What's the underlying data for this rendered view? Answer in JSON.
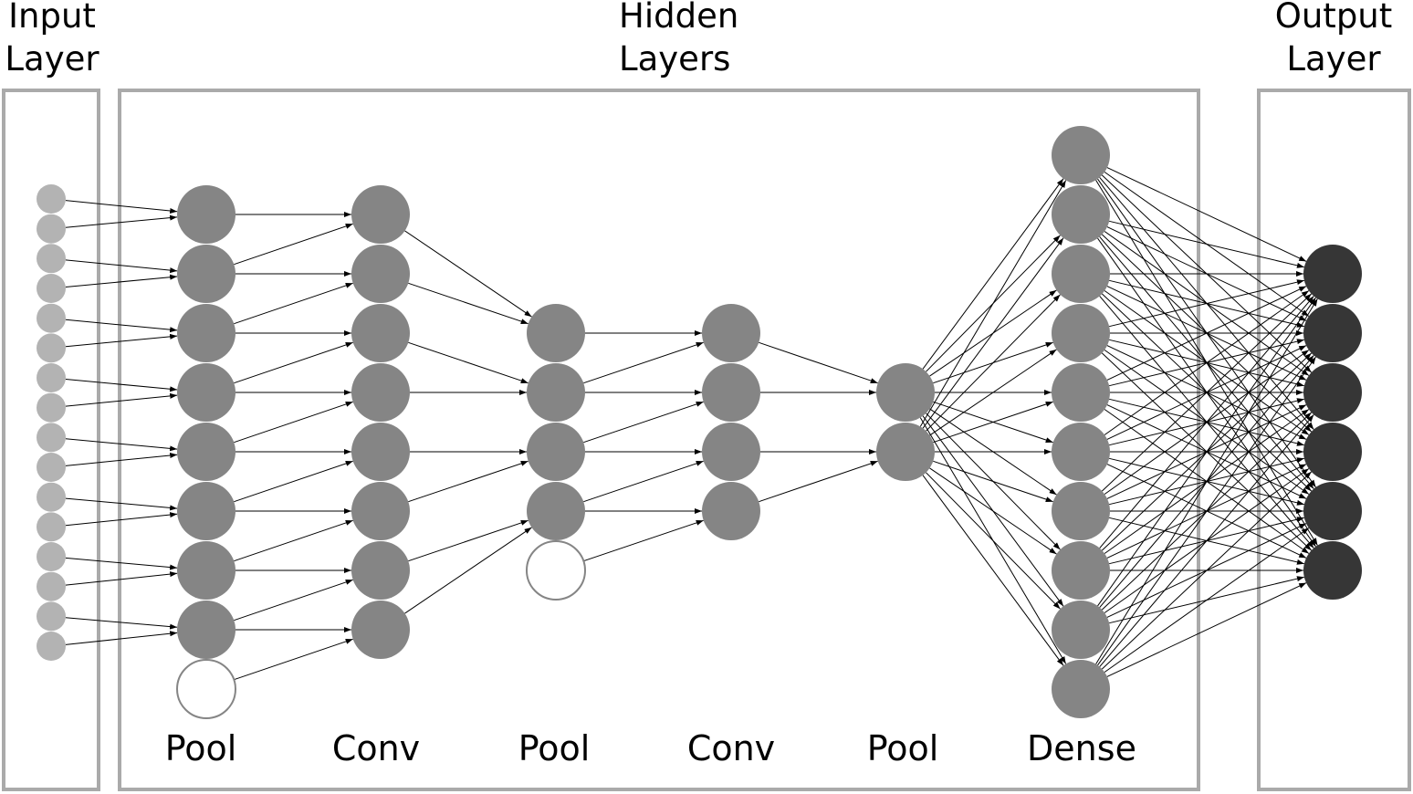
{
  "diagram": {
    "groups": {
      "input": {
        "title_line1": "Input",
        "title_line2": "Layer"
      },
      "hidden": {
        "title_line1": "Hidden",
        "title_line2": "Layers"
      },
      "output": {
        "title_line1": "Output",
        "title_line2": "Layer"
      }
    },
    "layers": [
      {
        "id": "input",
        "label": "",
        "neurons": 16,
        "padding_neurons": 0,
        "color": "#b3b3b3"
      },
      {
        "id": "pool1",
        "label": "Pool",
        "neurons": 8,
        "padding_neurons": 1,
        "color": "#858585"
      },
      {
        "id": "conv1",
        "label": "Conv",
        "neurons": 8,
        "padding_neurons": 0,
        "color": "#858585"
      },
      {
        "id": "pool2",
        "label": "Pool",
        "neurons": 4,
        "padding_neurons": 1,
        "color": "#858585"
      },
      {
        "id": "conv2",
        "label": "Conv",
        "neurons": 4,
        "padding_neurons": 0,
        "color": "#858585"
      },
      {
        "id": "pool3",
        "label": "Pool",
        "neurons": 2,
        "padding_neurons": 0,
        "color": "#858585"
      },
      {
        "id": "dense",
        "label": "Dense",
        "neurons": 10,
        "padding_neurons": 0,
        "color": "#858585"
      },
      {
        "id": "output",
        "label": "",
        "neurons": 6,
        "padding_neurons": 0,
        "color": "#363636"
      }
    ],
    "colors": {
      "box_border": "#aaaaaa",
      "padding_fill": "#ffffff",
      "padding_stroke": "#858585",
      "edge": "#000000"
    }
  }
}
